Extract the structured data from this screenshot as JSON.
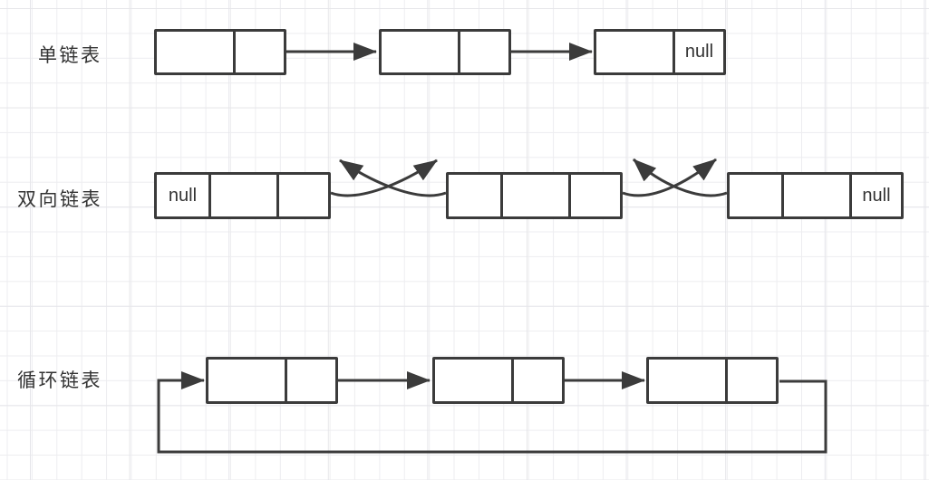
{
  "rows": [
    {
      "label": "单链表",
      "type": "singly-linked-list",
      "nodes": [
        {
          "cells": [
            "",
            ""
          ]
        },
        {
          "cells": [
            "",
            ""
          ]
        },
        {
          "cells": [
            "",
            "null"
          ]
        }
      ]
    },
    {
      "label": "双向链表",
      "type": "doubly-linked-list",
      "nodes": [
        {
          "cells": [
            "null",
            "",
            ""
          ]
        },
        {
          "cells": [
            "",
            "",
            ""
          ]
        },
        {
          "cells": [
            "",
            "",
            "null"
          ]
        }
      ]
    },
    {
      "label": "循环链表",
      "type": "circular-linked-list",
      "nodes": [
        {
          "cells": [
            "",
            ""
          ]
        },
        {
          "cells": [
            "",
            ""
          ]
        },
        {
          "cells": [
            "",
            ""
          ]
        }
      ]
    }
  ],
  "colors": {
    "stroke": "#3b3b3b",
    "text": "#333333",
    "grid_minor": "#ededf0",
    "grid_major": "#e6e6ea",
    "background": "#ffffff"
  }
}
